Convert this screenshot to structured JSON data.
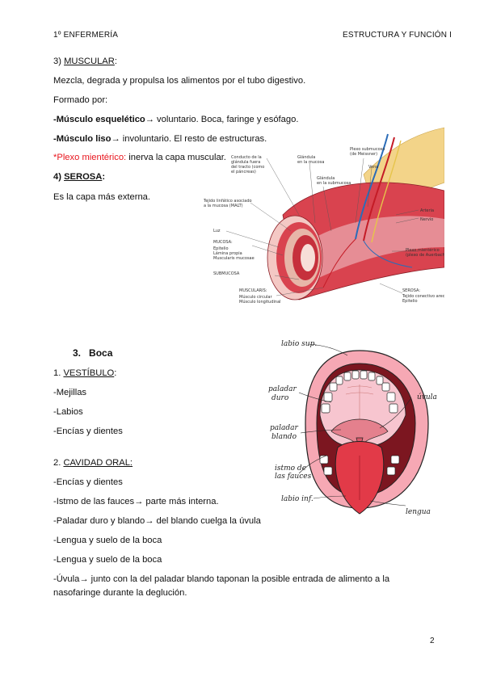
{
  "header": {
    "left": "1º ENFERMERÍA",
    "right": "ESTRUCTURA Y FUNCIÓN I"
  },
  "muscular": {
    "num": "3) ",
    "title": "MUSCULAR",
    "colon": ":",
    "line1": "Mezcla, degrada y propulsa los alimentos por el tubo digestivo.",
    "line2": "Formado por:",
    "esq_bold": "-Músculo esquelético→",
    "esq_rest": " voluntario.  Boca, faringe y esófago.",
    "liso_bold": "-Músculo liso→",
    "liso_rest": " involuntario.  El resto de estructuras.",
    "plexo_red": "*Plexo mientérico:",
    "plexo_rest": " inerva la capa muscular."
  },
  "serosa": {
    "num": "4) ",
    "title": "SEROSA",
    "colon": ":",
    "text": "Es la capa más externa."
  },
  "gut_figure": {
    "labels": {
      "conducto": "Conducto de la\nglándula fuera\ndel tracto (como\nel páncreas)",
      "glandula_mucosa": "Glándula\nen la mucosa",
      "glandula_submucosa": "Glándula\nen la submucosa",
      "plexo_sub": "Plexo submucoso\n(de Meissner)",
      "vena": "Vena",
      "tejido": "Tejido linfático asociado\na la mucosa (MALT)",
      "luz": "Luz",
      "mucosa": "MUCOSA:",
      "epitelio": "Epitelio",
      "lamina": "Lámina propia",
      "muscularis_mucosae": "Muscularis mucosae",
      "submucosa": "SUBMUCOSA",
      "muscularis": "MUSCULARIS:",
      "circular": "Músculo circular",
      "longitudinal": "Músculo longitudinal",
      "arteria": "Arteria",
      "nervio": "Nervio",
      "plexo_mient": "Plexo mientérico\n(plexo de Auerbach)",
      "serosa": "SEROSA:",
      "tejido_conectivo": "Tejido conectivo areolar",
      "epitelio2": "Epitelio"
    }
  },
  "boca": {
    "section": "3.",
    "title": "Boca",
    "vest_num": "1. ",
    "vest_title": "VESTÍBULO",
    "vest_colon": ":",
    "vest_items": [
      "-Mejillas",
      "-Labios",
      "-Encías y dientes"
    ],
    "oral_num": "2. ",
    "oral_title": "CAVIDAD ORAL:",
    "oral_items": [
      "-Encías y dientes",
      "-Istmo de las fauces→ parte más interna.",
      "-Paladar duro y blando→ del blando cuelga la úvula",
      "-Lengua y suelo de la boca",
      "-Lengua y suelo de la boca"
    ],
    "uvula_line1": "-Úvula→ junto con la del paladar blando taponan la posible entrada de alimento a la",
    "uvula_line2": "nasofaringe durante la deglución."
  },
  "mouth_figure": {
    "labio_sup": "labio sup.",
    "paladar_duro": "paladar\nduro",
    "uvula": "úvula",
    "paladar_blando": "paladar\nblando",
    "istmo": "istmo de\nlas fauces",
    "labio_inf": "labio inf.",
    "lengua": "lengua"
  },
  "page_number": "2",
  "colors": {
    "red": "#e8141c",
    "tongue": "#e23a48",
    "lips": "#f6a8b4"
  }
}
